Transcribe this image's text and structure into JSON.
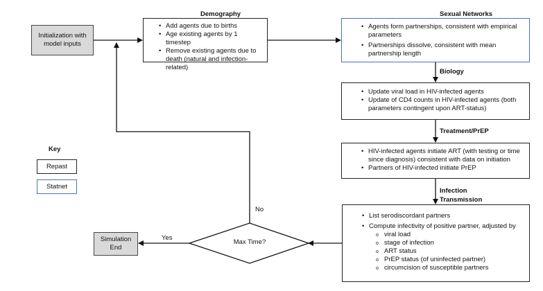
{
  "init_box": "Initialization with model inputs",
  "demography": {
    "title": "Demography",
    "items": [
      "Add agents due to births",
      "Age existing agents by 1 timestep",
      "Remove existing agents due to death (natural and infection-related)"
    ]
  },
  "sexual_networks": {
    "title": "Sexual Networks",
    "items": [
      "Agents form partnerships, consistent with empirical parameters",
      "Partnerships dissolve, consistent with mean partnership length"
    ]
  },
  "biology": {
    "title": "Biology",
    "items": [
      "Update viral load in HIV-infected agents",
      "Update of CD4 counts in HIV-infected agents (both parameters contingent upon ART-status)"
    ]
  },
  "treatment": {
    "title": "Treatment/PrEP",
    "items": [
      "HIV-infected agents initiate ART (with testing or time since diagnosis) consistent with data on initiation",
      "Partners of HIV-infected initiate PrEP"
    ]
  },
  "infection": {
    "title_line1": "Infection",
    "title_line2": "Transmission",
    "items": [
      "List serodiscordant partners",
      "Compute infectivity of positive partner, adjusted by"
    ],
    "subitems": [
      "viral load",
      "stage of infection",
      "ART status",
      "PrEP status (of uninfected partner)",
      "circumcision of susceptible partners"
    ]
  },
  "decision": "Max Time?",
  "no_label": "No",
  "yes_label": "Yes",
  "end_box": "Simulation End",
  "key": {
    "title": "Key",
    "repast": "Repast",
    "statnet": "Statnet"
  },
  "colors": {
    "statnet_border": "#4472c4",
    "terminal_fill": "#d9d9d9"
  }
}
